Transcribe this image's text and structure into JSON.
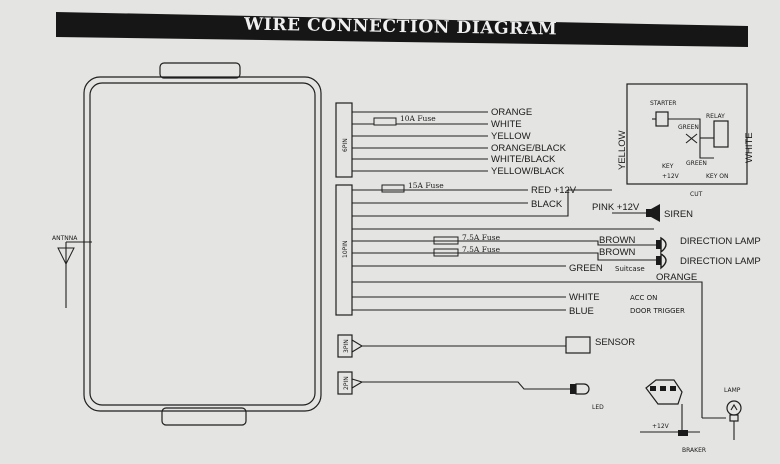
{
  "title": "WIRE CONNECTION DIAGRAM",
  "connectors": {
    "six_pin": "6PIN",
    "ten_pin": "10PIN",
    "three_pin": "3PIN",
    "two_pin": "2PIN"
  },
  "antenna": "ANTNNA",
  "fuses": {
    "f10": "10A Fuse",
    "f15": "15A Fuse",
    "f7a": "7.5A Fuse",
    "f7b": "7.5A Fuse"
  },
  "wires_6pin": [
    "ORANGE",
    "WHITE",
    "YELLOW",
    "ORANGE/BLACK",
    "WHITE/BLACK",
    "YELLOW/BLACK"
  ],
  "wires_10pin": {
    "red": "RED +12V",
    "black": "BLACK",
    "brown1": "BROWN",
    "brown2": "BROWN",
    "green": "GREEN",
    "white": "WHITE",
    "blue": "BLUE"
  },
  "labels": {
    "pink": "PINK +12V",
    "siren": "SIREN",
    "direction_lamp_1": "DIRECTION LAMP",
    "direction_lamp_2": "DIRECTION LAMP",
    "suitcase": "Suitcase",
    "orange": "ORANGE",
    "acc_on": "ACC ON",
    "door_trigger": "DOOR TRIGGER",
    "sensor": "SENSOR",
    "led": "LED",
    "lamp": "LAMP",
    "plus12v": "+12V",
    "braker": "BRAKER"
  },
  "relay_box": {
    "yellow": "YELLOW",
    "white": "WHITE",
    "starter": "STARTER",
    "relay": "RELAY",
    "green_top": "GREEN",
    "green_bottom": "GREEN",
    "key": "KEY",
    "key_12v": "+12V",
    "key_on": "KEY ON",
    "cut": "CUT"
  }
}
